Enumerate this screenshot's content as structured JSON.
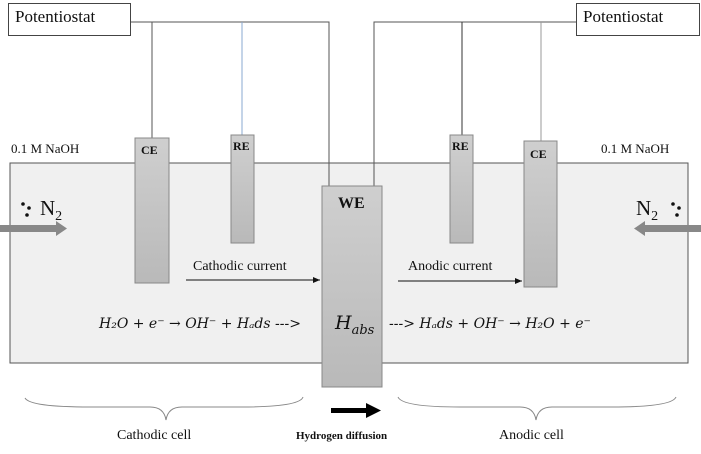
{
  "potentiostat_left": "Potentiostat",
  "potentiostat_right": "Potentiostat",
  "electrolyte_left": "0.1 M NaOH",
  "electrolyte_right": "0.1 M NaOH",
  "electrodes": {
    "ce_left": "CE",
    "re_left": "RE",
    "we": "WE",
    "re_right": "RE",
    "ce_right": "CE"
  },
  "gas_left": "N",
  "gas_right": "N",
  "gas_subscript": "2",
  "cathodic_current": "Cathodic current",
  "anodic_current": "Anodic current",
  "cathodic_reaction": "H₂O + e⁻ → OH⁻ + Hₐds  --->",
  "absorbed_h": "H",
  "absorbed_h_sub": "abs",
  "anodic_reaction": "---> Hₐds + OH⁻ → H₂O + e⁻",
  "cathodic_cell": "Cathodic cell",
  "hydrogen_diffusion": "Hydrogen diffusion",
  "anodic_cell": "Anodic cell",
  "colors": {
    "tank": "#f0f0f0",
    "electrode": "#c4c4c4",
    "we": "#bdbdbd"
  }
}
